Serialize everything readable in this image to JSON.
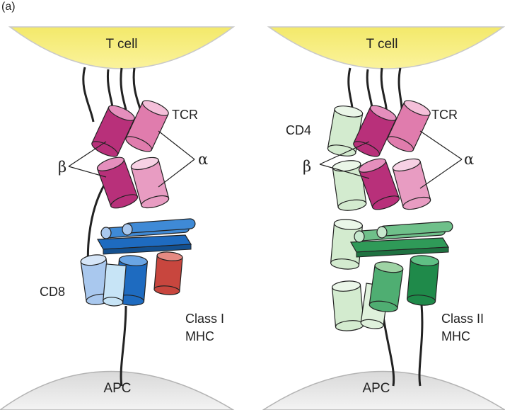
{
  "panel_label": "(a)",
  "colors": {
    "t_cell": "#f7ef7c",
    "apc": "#e4e4e4",
    "tcr_beta": "#b8307a",
    "tcr_alpha": "#e07cad",
    "cd8_light": "#a9c8ee",
    "cd8_dark": "#2a72c6",
    "class_i_chain": "#1e6bc0",
    "class_i_b2m": "#c8463e",
    "cd4": "#d3ebcf",
    "class_ii_light": "#9ed3a4",
    "class_ii_dark": "#2f9a58"
  },
  "left": {
    "t_cell": "T cell",
    "tcr": "TCR",
    "beta": "β",
    "alpha": "α",
    "coreceptor": "CD8",
    "mhc_line1": "Class I",
    "mhc_line2": "MHC",
    "apc": "APC"
  },
  "right": {
    "t_cell": "T cell",
    "tcr": "TCR",
    "coreceptor": "CD4",
    "beta": "β",
    "alpha": "α",
    "mhc_line1": "Class II",
    "mhc_line2": "MHC",
    "apc": "APC"
  }
}
